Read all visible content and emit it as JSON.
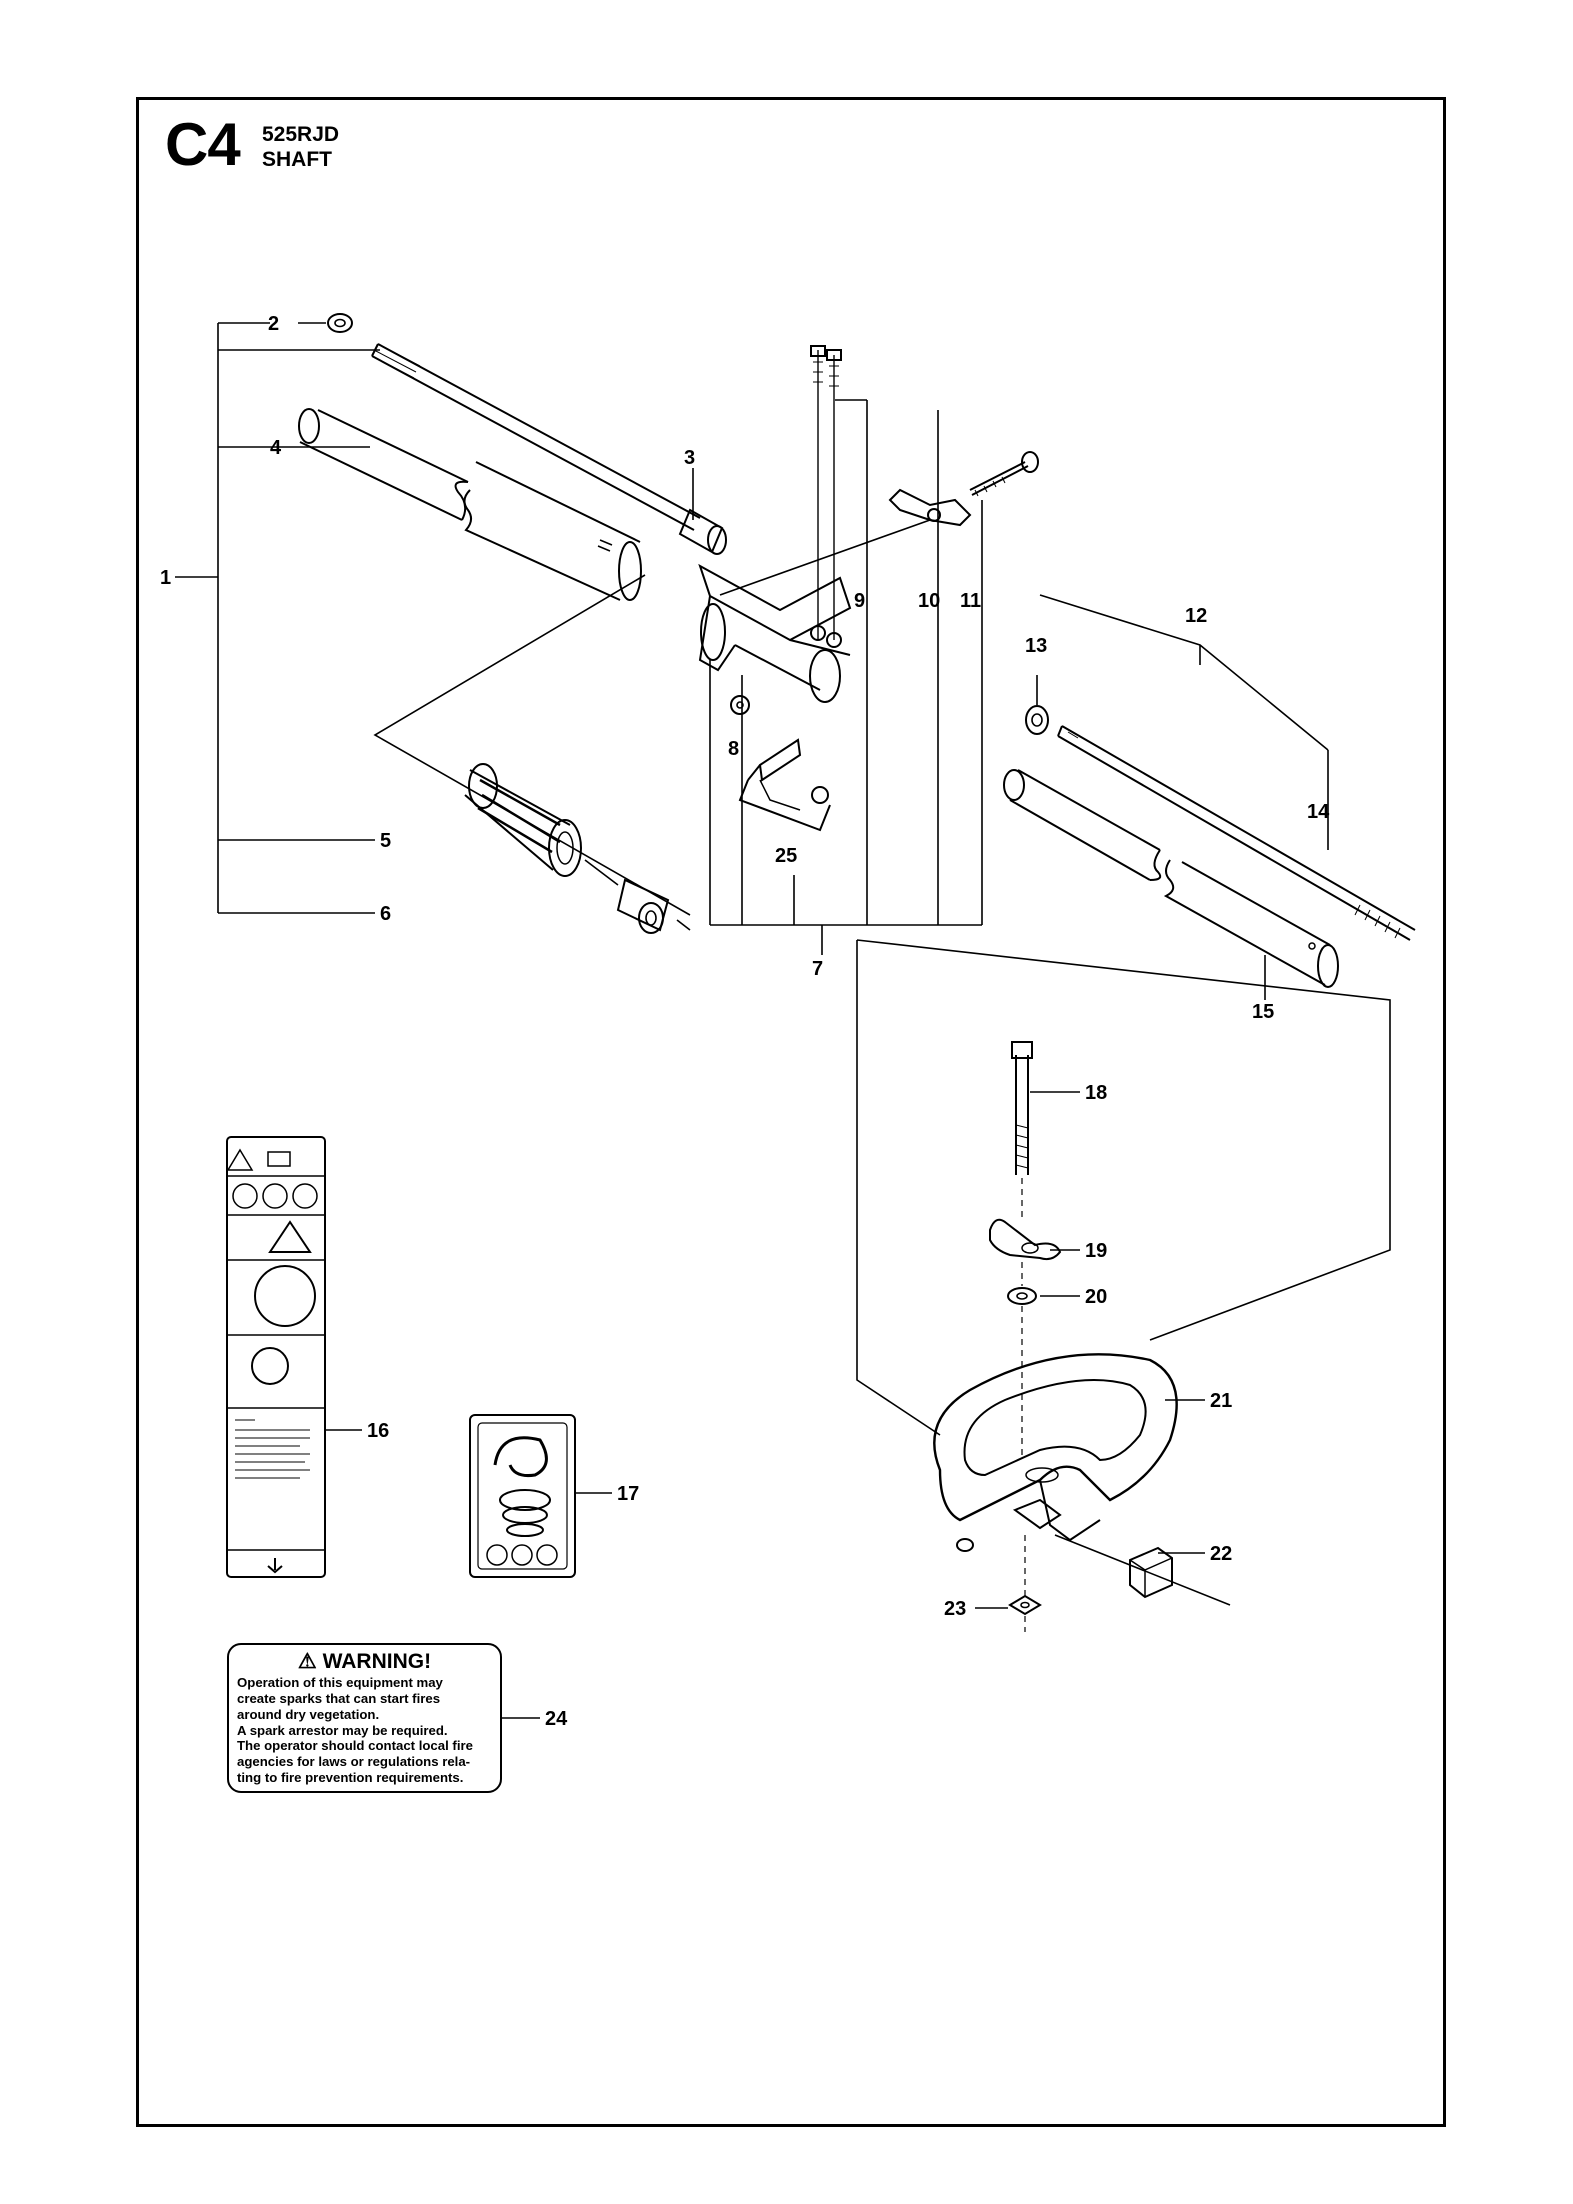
{
  "header": {
    "section_code": "C4",
    "model": "525RJD",
    "subtitle": "SHAFT"
  },
  "callouts": [
    "1",
    "2",
    "3",
    "4",
    "5",
    "6",
    "7",
    "8",
    "9",
    "10",
    "11",
    "12",
    "13",
    "14",
    "15",
    "16",
    "17",
    "18",
    "19",
    "20",
    "21",
    "22",
    "23",
    "24",
    "25"
  ],
  "warning_decal": {
    "heading": "WARNING!",
    "lines": [
      "Operation of this equipment may",
      "create sparks that can start fires",
      "around dry vegetation.",
      "A spark arrestor may be required.",
      "The operator should contact local fire",
      "agencies for laws or regulations rela-",
      "ting to fire prevention requirements."
    ]
  }
}
